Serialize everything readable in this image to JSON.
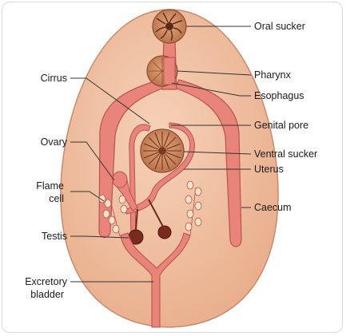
{
  "labels": {
    "oral_sucker": "Oral sucker",
    "pharynx": "Pharynx",
    "esophagus": "Esophagus",
    "genital_pore": "Genital pore",
    "ventral_sucker": "Ventral sucker",
    "uterus": "Uterus",
    "caecum": "Caecum",
    "cirrus": "Cirrus",
    "ovary": "Ovary",
    "flame_cell_line1": "Flame",
    "flame_cell_line2": "cell",
    "testis": "Testis",
    "excretory_bladder_line1": "Excretory",
    "excretory_bladder_line2": "bladder"
  },
  "colors": {
    "body_fill": "#f0c3a4",
    "body_stroke": "#c98a6c",
    "organ_fill": "#e8847a",
    "organ_stroke": "#b8544c",
    "sucker_fill": "#c9835a",
    "sucker_stroke": "#8a4b2c",
    "gonad_fill": "#7a2a1e",
    "leader_line": "#333333"
  }
}
